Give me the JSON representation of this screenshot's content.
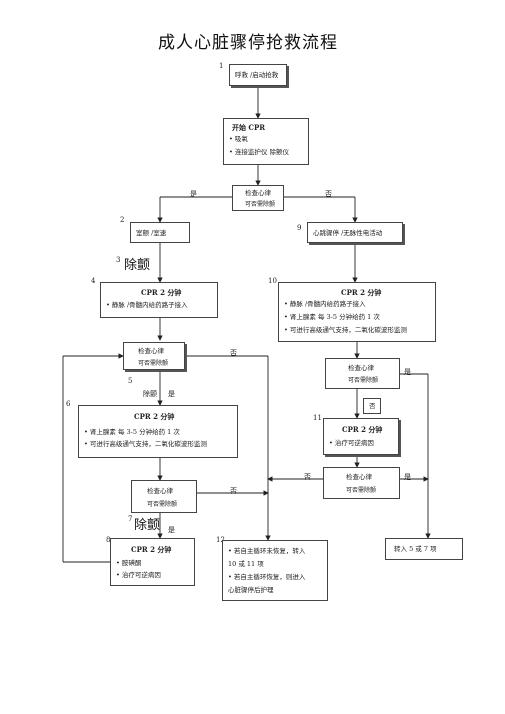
{
  "title": "成人心脏骤停抢救流程",
  "steps": {
    "n1": "1",
    "n2": "2",
    "n3": "3",
    "n4": "4",
    "n5": "5",
    "n6": "6",
    "n7": "7",
    "n8": "8",
    "n9": "9",
    "n10": "10",
    "n11": "11",
    "n12": "12"
  },
  "boxes": {
    "call": "呼救 /启动抢救",
    "cpr_start": {
      "head": "开始 CPR",
      "lines": [
        "• 吸氧",
        "• 连接监护仪   除颤仪"
      ]
    },
    "check1": {
      "head": "检查心律",
      "sub": "可否需除颤"
    },
    "vf": "室颤 /室速",
    "asystole": "心跳骤停 /无脉性电活动",
    "cpr4": {
      "head": "CPR 2 分钟",
      "lines": [
        "• 静脉 /骨髓内给药路子接入"
      ]
    },
    "cpr10": {
      "head": "CPR 2 分钟",
      "lines": [
        "• 静脉 /骨髓内给药路子接入",
        "•  肾上腺素  每 3-5 分钟给药  1 次",
        "• 可进行高级通气支持，二氧化碳波形监测"
      ]
    },
    "check5": {
      "head": "检查心律",
      "sub": "可否需除颤"
    },
    "check_r1": {
      "head": "检查心律",
      "sub": "可否需除颤"
    },
    "cpr6": {
      "head": "CPR 2 分钟",
      "lines": [
        "•  肾上腺素  每 3-5 分钟给药  1 次",
        "• 可进行高级通气支持，二氧化碳波形监测"
      ]
    },
    "no_small": "否",
    "cpr11": {
      "head": "CPR 2 分钟",
      "lines": [
        "• 治疗可逆病因"
      ]
    },
    "check7": {
      "head": "检查心律",
      "sub": "可否需除颤"
    },
    "check_r2": {
      "head": "检查心律",
      "sub": "可否需除颤"
    },
    "cpr8": {
      "head": "CPR 2 分钟",
      "lines": [
        "• 胺碘酮",
        "• 治疗可逆病因"
      ]
    },
    "box12": {
      "lines": [
        "• 若自主循环未恢复，转入",
        "10 或 11 项",
        "• 若自主循环恢复，则进入",
        "心脏骤停后护理"
      ]
    },
    "goto": "转入 5 或 7 项"
  },
  "labels": {
    "yes": "是",
    "no": "否",
    "defib": "除颤"
  }
}
